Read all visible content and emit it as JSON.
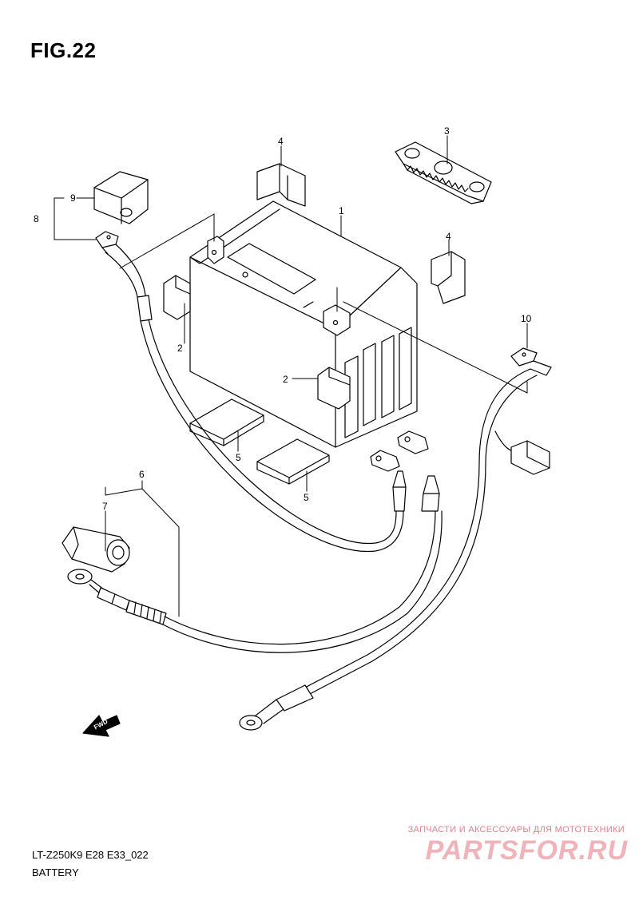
{
  "figure": {
    "title": "FIG.22"
  },
  "footer": {
    "model_code": "LT-Z250K9 E28 E33_022",
    "section_name": "BATTERY"
  },
  "fwd_marker": {
    "label": "FWD"
  },
  "callouts": [
    "1",
    "2",
    "2",
    "3",
    "4",
    "4",
    "5",
    "5",
    "6",
    "7",
    "8",
    "9",
    "10"
  ],
  "watermark": {
    "line1": "ЗАПЧАСТИ И АКСЕССУАРЫ ДЛЯ МОТОТЕХНИКИ",
    "line2": "PARTSFOR.RU"
  }
}
